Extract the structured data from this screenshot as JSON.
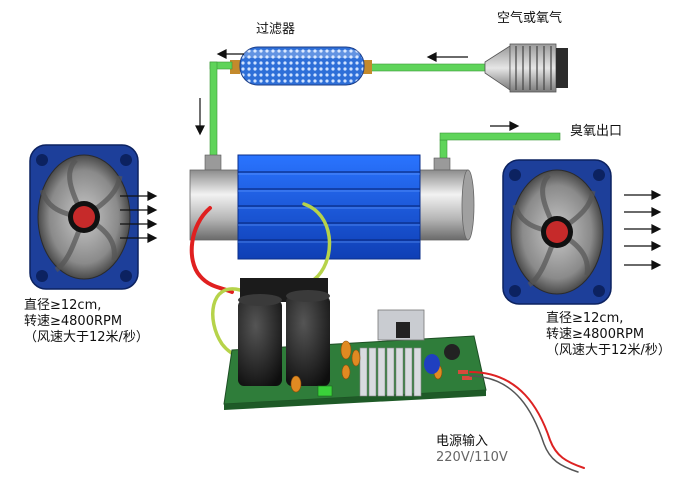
{
  "labels": {
    "filter": "过滤器",
    "air_source": "空气或氧气",
    "ozone_outlet": "臭氧出口"
  },
  "left_fan": {
    "spec_lines": [
      "直径≥12cm,",
      "转速≥4800RPM",
      "（风速大于12米/秒）"
    ]
  },
  "right_fan": {
    "spec_lines": [
      "直径≥12cm,",
      "转速≥4800RPM",
      "（风速大于12米/秒）"
    ]
  },
  "power_input": {
    "title": "电源输入",
    "voltage": "220V/110V"
  },
  "colors": {
    "tube_blue": "#1f5fd6",
    "pipe_green": "#5fd45a",
    "fan_blue": "#1d3f9a",
    "pcb_green": "#2f7d3a",
    "wire_red": "#e02020",
    "wire_yellow_green": "#b6d34a"
  }
}
